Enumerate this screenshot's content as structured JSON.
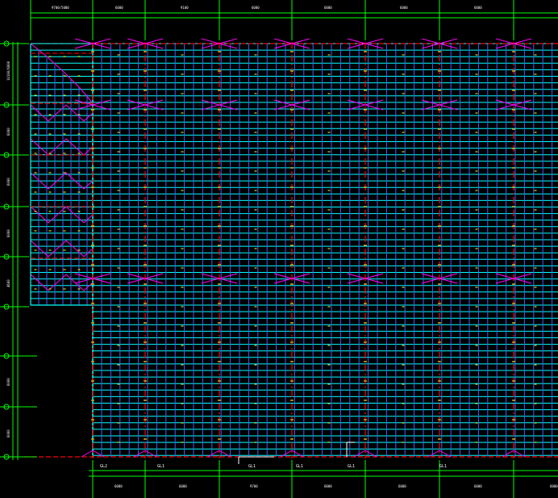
{
  "drawing": {
    "background": "#000000",
    "colors": {
      "grid_axis": "#00ff00",
      "dimension_text": "#ffffff",
      "purlin": "#00ffff",
      "brace": "#ff00ff",
      "rafter": "#ff0000",
      "sag_rod": "#ffff00",
      "blue_line": "#4060ff"
    },
    "top_dimension_texts": [
      "9700/5000",
      "6000",
      "9100",
      "6000",
      "6000",
      "6000",
      "6000"
    ],
    "bottom_dimension_texts": [
      "6000",
      "6000",
      "9700",
      "6000",
      "6000",
      "6000",
      "6000"
    ],
    "left_dimension_texts": [
      "10100/6000",
      "6000",
      "6000",
      "6000",
      "4600",
      "6000",
      "6000"
    ],
    "rafter_tags": [
      "GL2",
      "GL1",
      "GL1",
      "GL1",
      "GL1",
      "GL1"
    ]
  }
}
